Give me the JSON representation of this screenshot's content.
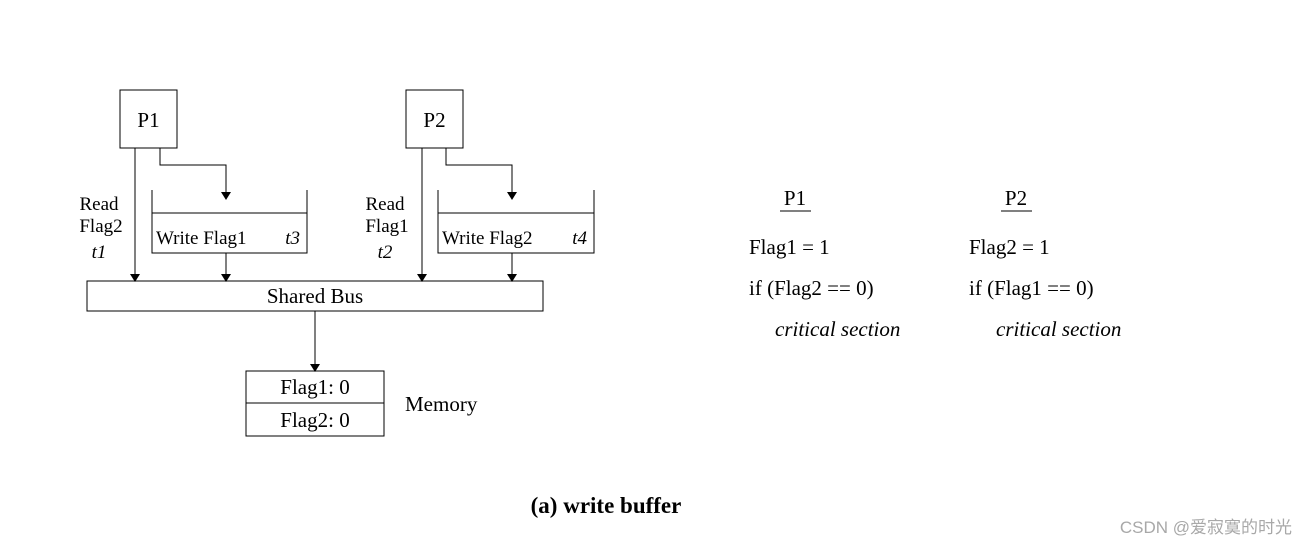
{
  "diagram": {
    "processors": {
      "p1": "P1",
      "p2": "P2"
    },
    "read_labels": {
      "p1": {
        "line1": "Read",
        "line2": "Flag2",
        "time": "t1"
      },
      "p2": {
        "line1": "Read",
        "line2": "Flag1",
        "time": "t2"
      }
    },
    "write_buffers": {
      "p1": {
        "label": "Write Flag1",
        "time": "t3"
      },
      "p2": {
        "label": "Write Flag2",
        "time": "t4"
      }
    },
    "bus_label": "Shared Bus",
    "memory": {
      "rows": [
        "Flag1: 0",
        "Flag2: 0"
      ],
      "label": "Memory"
    },
    "caption": "(a) write buffer"
  },
  "code": {
    "p1": {
      "header": "P1",
      "lines": [
        "Flag1 = 1",
        "if (Flag2 == 0)",
        "critical section"
      ]
    },
    "p2": {
      "header": "P2",
      "lines": [
        "Flag2 = 1",
        "if (Flag1 == 0)",
        "critical section"
      ]
    }
  },
  "watermark": "CSDN @爱寂寞的时光"
}
